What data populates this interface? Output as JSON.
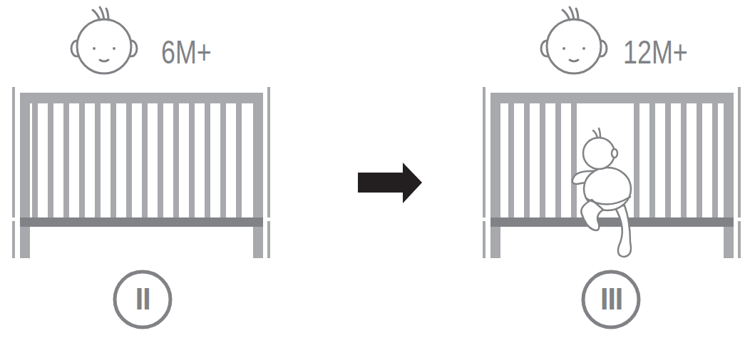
{
  "diagram": {
    "nodes": [
      {
        "text": [
          "II"
        ]
      },
      {
        "text": [
          "III"
        ]
      }
    ],
    "labels": [
      "6M+",
      "12M+"
    ]
  }
}
